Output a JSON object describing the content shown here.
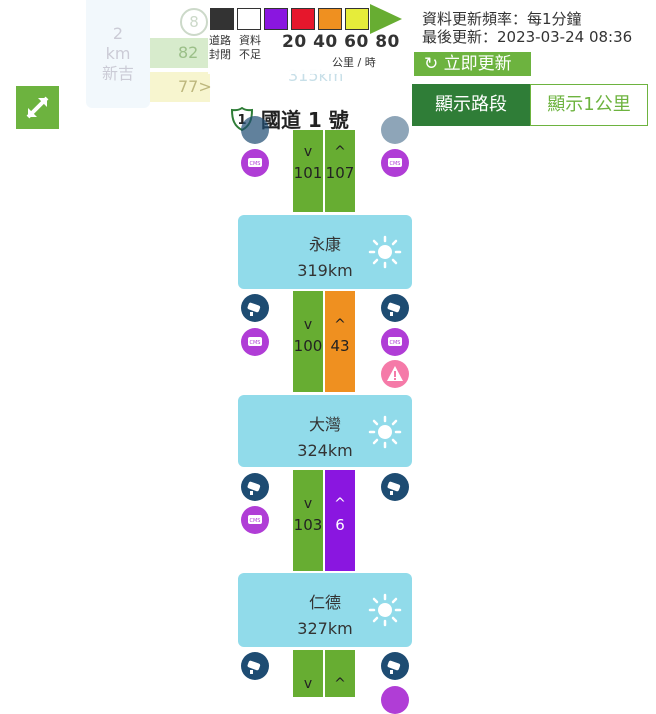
{
  "faded": {
    "badge8": "8",
    "km_value": "2",
    "km_unit": "km",
    "place": "新吉",
    "green_speed": "82",
    "yellow_speed": "77",
    "yellow_arrow": ">",
    "top_km": "315km"
  },
  "legend": {
    "colors": [
      "#333333",
      "#ffffff",
      "#8a16e0",
      "#e6172c",
      "#ef9020",
      "#e6ec3a",
      "#67ad32"
    ],
    "closed_label_1": "道路",
    "closed_label_2": "封閉",
    "nodata_label_1": "資料",
    "nodata_label_2": "不足",
    "speeds": "20 40 60 80",
    "unit": "公里 / 時"
  },
  "info": {
    "frequency": "資料更新頻率：每1分鐘",
    "last_update": "最後更新：2023-03-24 08:36"
  },
  "buttons": {
    "refresh": "立即更新",
    "show_segment": "顯示路段",
    "show_km": "顯示1公里"
  },
  "route": {
    "badge": "1",
    "title": "國道 1 號"
  },
  "segments": [
    {
      "south": {
        "chev": "v",
        "speed": "101",
        "color": "#67ad32"
      },
      "north": {
        "chev": "^",
        "speed": "107",
        "color": "#67ad32"
      }
    },
    {
      "south": {
        "chev": "v",
        "speed": "100",
        "color": "#67ad32"
      },
      "north": {
        "chev": "^",
        "speed": "43",
        "color": "#ef9020"
      }
    },
    {
      "south": {
        "chev": "v",
        "speed": "103",
        "color": "#67ad32"
      },
      "north": {
        "chev": "^",
        "speed": "6",
        "color": "#8a16e0"
      }
    },
    {
      "south": {
        "chev": "v",
        "speed": "",
        "color": "#67ad32"
      },
      "north": {
        "chev": "^",
        "speed": "",
        "color": "#67ad32"
      }
    }
  ],
  "stations": [
    {
      "name": "永康",
      "km": "319km",
      "weather_icon": "sun-icon"
    },
    {
      "name": "大灣",
      "km": "324km",
      "weather_icon": "sun-icon"
    },
    {
      "name": "仁德",
      "km": "327km",
      "weather_icon": "sun-icon"
    }
  ],
  "icons": {
    "cms_text": "CMS"
  }
}
